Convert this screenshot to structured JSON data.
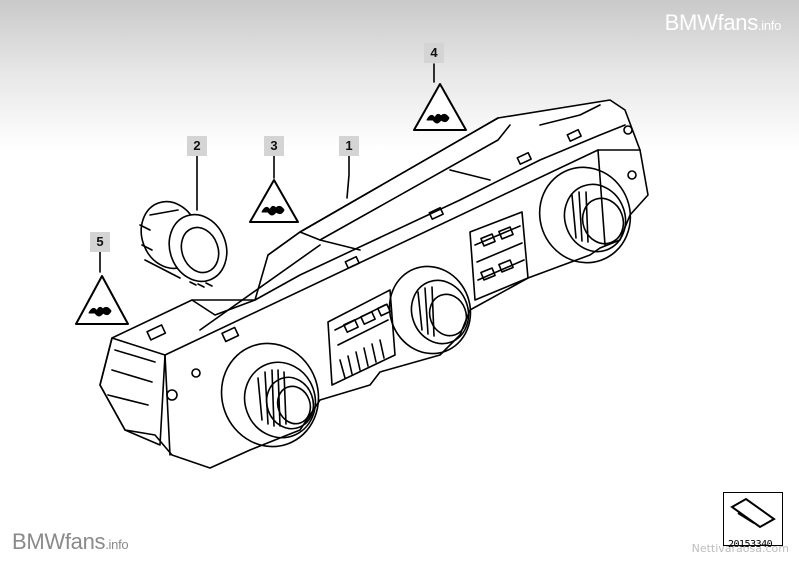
{
  "watermark_top": {
    "brand": "BMWfans",
    "suffix": ".info"
  },
  "watermark_bottom": {
    "brand": "BMWfans",
    "suffix": ".info"
  },
  "watermark_corner": "Nettivaraosa.com",
  "callouts": [
    {
      "label": "1",
      "part": "climate-control-panel"
    },
    {
      "label": "2",
      "part": "knob-ring"
    },
    {
      "label": "3",
      "part": "warning-triangle"
    },
    {
      "label": "4",
      "part": "warning-triangle"
    },
    {
      "label": "5",
      "part": "warning-triangle"
    }
  ],
  "drawing_code": "20153340",
  "colors": {
    "line": "#000000",
    "callout_bg": "#d4d4d4",
    "header_gradient": "#c9c9c9"
  }
}
